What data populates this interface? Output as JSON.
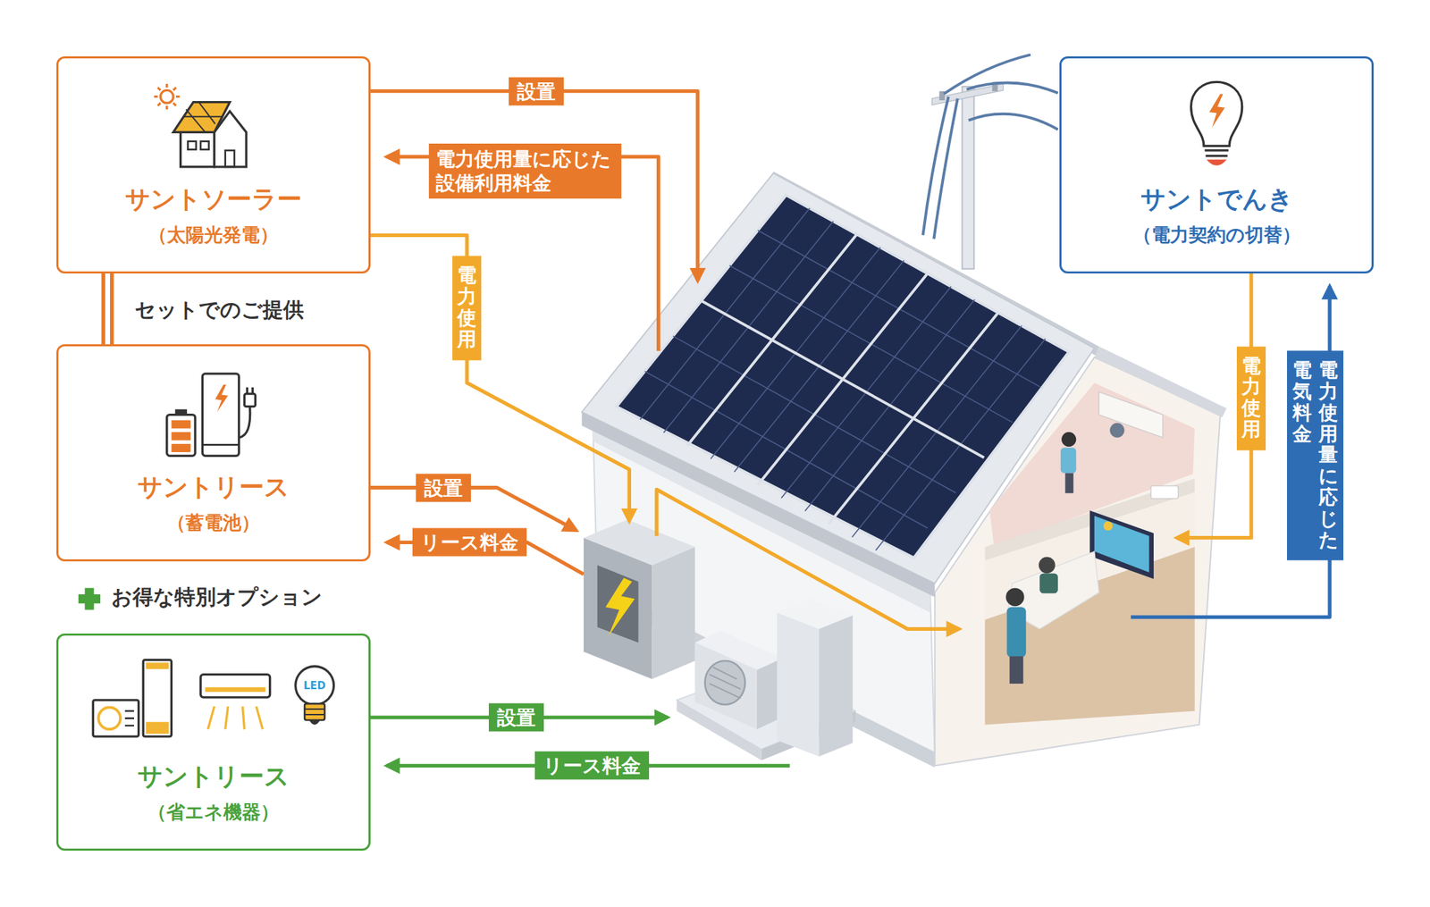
{
  "diagram": {
    "nodes": [
      {
        "text": [
          "サントソーラー",
          "（太陽光発電）"
        ]
      },
      {
        "text": [
          "サントリース",
          "（蓄電池）"
        ]
      },
      {
        "text": [
          "サントリース",
          "（省エネ機器）"
        ]
      },
      {
        "text": [
          "サントでんき",
          "（電力契約の切替）"
        ]
      }
    ],
    "edges": [
      {
        "from": 0,
        "to": 1,
        "arrow": "none",
        "label": "セットでのご提供"
      }
    ],
    "labels": [
      "設置",
      "電力使用量に応じた 設備利用料金",
      "電力使用",
      "設置",
      "リース料金",
      "お得な特別オプション",
      "LED",
      "設置",
      "リース料金",
      "電力使用",
      "電力使用量に応じた 電気料金"
    ]
  }
}
